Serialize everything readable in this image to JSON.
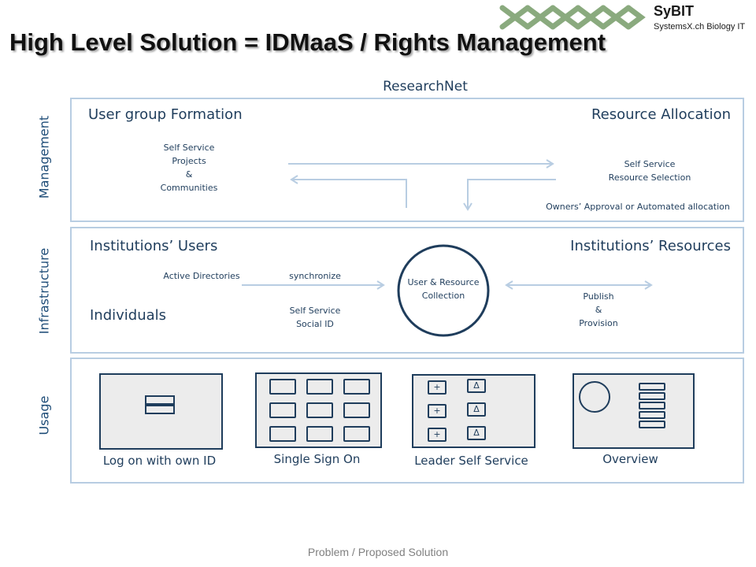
{
  "title": "High Level Solution = IDMaaS / Rights Management",
  "brand": {
    "name": "SyBIT",
    "subtitle": "SystemsX.ch Biology IT"
  },
  "researchnet_label": "ResearchNet",
  "rows": {
    "management": "Management",
    "infrastructure": "Infrastructure",
    "usage": "Usage"
  },
  "management": {
    "left_heading": "User group Formation",
    "right_heading": "Resource Allocation",
    "left_detail": [
      "Self Service",
      "Projects",
      "&",
      "Communities"
    ],
    "right_detail": [
      "Self Service",
      "Resource Selection"
    ],
    "approval": "Owners’ Approval or Automated allocation"
  },
  "infrastructure": {
    "left_heading": "Institutions’ Users",
    "right_heading": "Institutions’ Resources",
    "individuals": "Individuals",
    "active_directories": "Active Directories",
    "synchronize": "synchronize",
    "social_id": [
      "Self Service",
      "Social ID"
    ],
    "collection": [
      "User & Resource",
      "Collection"
    ],
    "publish": [
      "Publish",
      "&",
      "Provision"
    ]
  },
  "usage": {
    "cards": [
      {
        "caption": "Log on with own ID"
      },
      {
        "caption": "Single Sign On"
      },
      {
        "caption": "Leader Self Service",
        "symbols": [
          "+",
          "Δ",
          "+",
          "Δ",
          "+",
          "Δ"
        ]
      },
      {
        "caption": "Overview"
      }
    ]
  },
  "footer": "Problem / Proposed Solution",
  "colors": {
    "panel_border": "#b8cde2",
    "ink": "#1f3d5c",
    "arrow": "#b8cde2",
    "logo_green": "#8aaa7e"
  }
}
